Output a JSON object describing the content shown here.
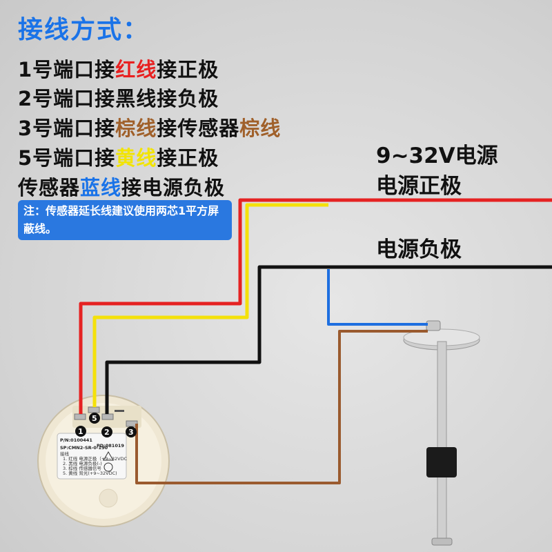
{
  "title": "接线方式：",
  "steps": [
    {
      "a": "1号端口接",
      "b": "红线",
      "c": "接正极"
    },
    {
      "a": "2号端口接",
      "b": "黑线",
      "c": "接负极"
    },
    {
      "a": "3号端口接",
      "b": "棕线",
      "c": "接传感器",
      "d": "棕线"
    },
    {
      "a": "5号端口接",
      "b": "黄线",
      "c": "接正极"
    },
    {
      "a": "传感器",
      "b": "蓝线",
      "c": "接电源负极"
    }
  ],
  "note": "注：传感器延长线建议使用两芯1平方屏蔽线。",
  "power": {
    "voltage": "9~32V电源",
    "positive": "电源正极",
    "negative": "电源负极"
  },
  "gauge": {
    "pn": "P/N:0100441",
    "pd": "PD:081019",
    "sp": "SP:CMN2-SR-0-190",
    "notes_title": "接线",
    "notes": [
      "1. 红线 电源正极（+9~32VDC",
      "2. 黑线 电源负极(-)",
      "3. 棕线 传感器信号",
      "5. 黄线 背光(+9~32VDC)"
    ],
    "terminals": [
      "1",
      "5",
      "2",
      "3"
    ]
  },
  "colors": {
    "red_wire": "#e52222",
    "yellow_wire": "#f4e10a",
    "black_wire": "#111111",
    "brown_wire": "#9a5a2e",
    "blue_wire": "#1e6fe0",
    "accent_blue": "#1a73e8"
  }
}
